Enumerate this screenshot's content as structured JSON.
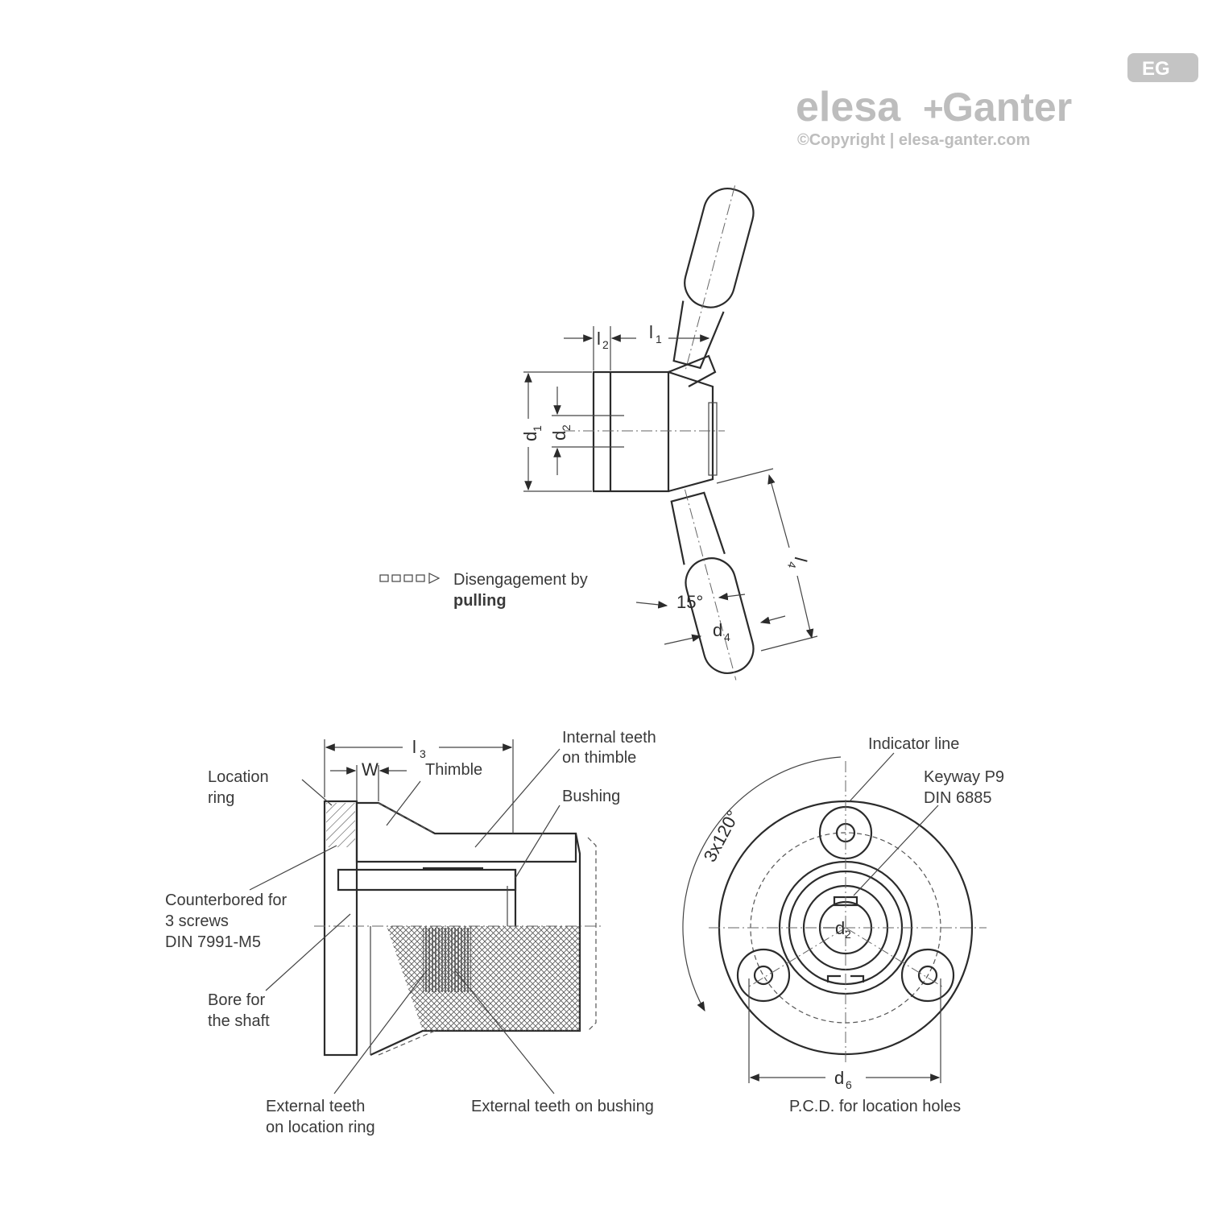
{
  "brand": {
    "name_left": "elesa",
    "plus": "+",
    "name_right": "Ganter",
    "copyright": "©Copyright | elesa-ganter.com",
    "logo_letters": "EG",
    "color": "#bdbdbd"
  },
  "top_view": {
    "dims": {
      "l2": "l",
      "l2_sub": "2",
      "l1": "l",
      "l1_sub": "1",
      "d1": "d",
      "d1_sub": "1",
      "d2": "d",
      "d2_sub": "2",
      "l4": "l",
      "l4_sub": "4",
      "angle": "15°",
      "d4": "d",
      "d4_sub": "4"
    },
    "legend": {
      "line1": "Disengagement by",
      "line2": "pulling"
    }
  },
  "section_view": {
    "dims": {
      "l3": "l",
      "l3_sub": "3",
      "w": "W"
    },
    "labels": {
      "location_ring": [
        "Location",
        "ring"
      ],
      "thimble": "Thimble",
      "internal_teeth": [
        "Internal teeth",
        "on thimble"
      ],
      "bushing": "Bushing",
      "counterbored": [
        "Counterbored for",
        "3 screws",
        "DIN 7991-M5"
      ],
      "bore": [
        "Bore for",
        "the shaft"
      ],
      "ext_teeth_ring": [
        "External teeth",
        "on location ring"
      ],
      "ext_teeth_bushing": "External teeth on bushing"
    }
  },
  "front_view": {
    "dims": {
      "angle": "3x120°",
      "d2": "d",
      "d2_sub": "2",
      "d6": "d",
      "d6_sub": "6"
    },
    "labels": {
      "indicator": "Indicator line",
      "keyway": [
        "Keyway P9",
        "DIN 6885"
      ],
      "pcd": "P.C.D. for location holes"
    }
  }
}
